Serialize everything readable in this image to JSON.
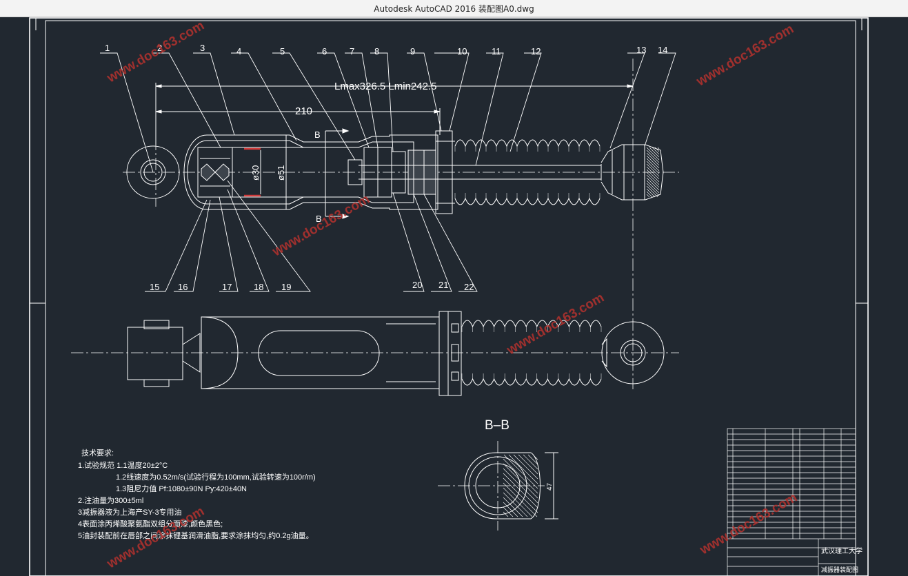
{
  "window": {
    "title": "Autodesk AutoCAD 2016     装配图A0.dwg"
  },
  "drawing": {
    "balloons": [
      "1",
      "2",
      "3",
      "4",
      "5",
      "6",
      "7",
      "8",
      "9",
      "10",
      "11",
      "12",
      "13",
      "14",
      "15",
      "16",
      "17",
      "18",
      "19",
      "20",
      "21",
      "22"
    ],
    "dims": {
      "lmax": "Lmax326.5  Lmin242.5",
      "d210": "210",
      "d30": "ø30",
      "d51": "ø51",
      "d47": "47"
    },
    "section_label": "B",
    "section_title": "B–B",
    "notes": {
      "heading": "技术要求:",
      "lines": [
        "1.试验规范  1.1温度20±2°C",
        "1.2线速度为0.52m/s(试验行程为100mm,试验转速为100r/m)",
        "1.3阻尼力值    Pf:1080±90N  Py:420±40N",
        "2.注油量为300±5ml",
        "3减振器液为上海产SY-3专用油",
        "4表面涂丙烯酸聚氨酯双组分面漆,颜色黑色;",
        "5油封装配前在唇部之间涂抹锂基润滑油脂,要求涂抹均匀,约0.2g油量。"
      ]
    },
    "title_block": {
      "school": "武汉理工大学",
      "drawing_name": "减振器装配图"
    },
    "watermark": "www.doc163.com"
  },
  "colors": {
    "background": "#212830",
    "line": "#ffffff",
    "red": "#d23b3b",
    "watermark": "#b0322e"
  }
}
